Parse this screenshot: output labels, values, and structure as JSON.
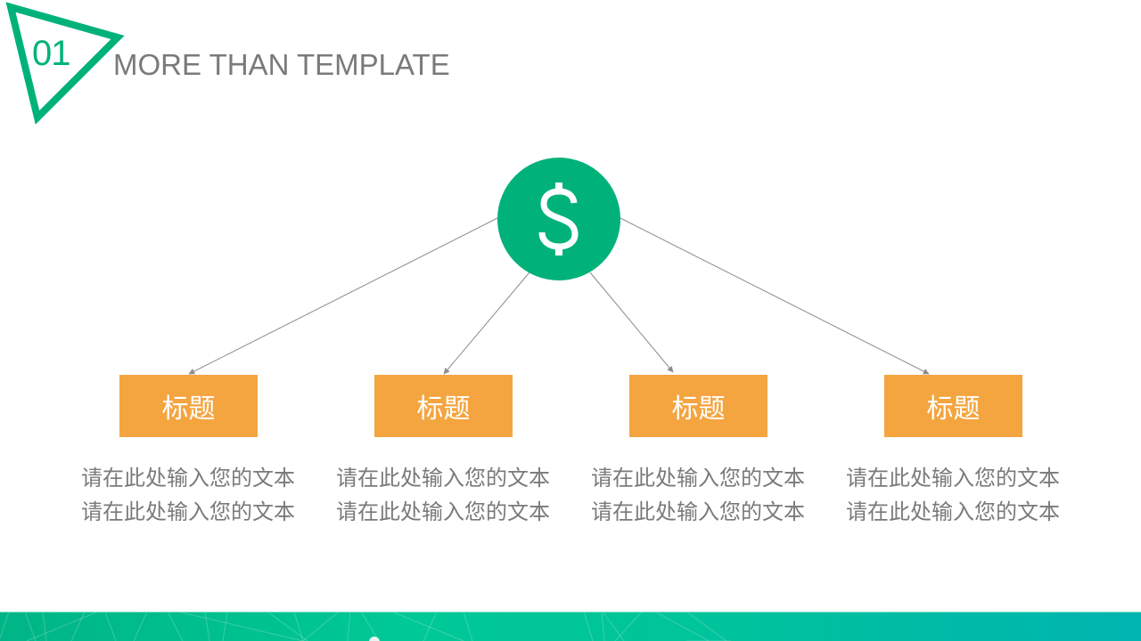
{
  "header": {
    "slide_number": "01",
    "title": "MORE THAN TEMPLATE",
    "accent_color": "#00b27a"
  },
  "hub": {
    "icon": "dollar-icon",
    "color": "#00b27a"
  },
  "boxes": [
    {
      "label": "标题",
      "lines": [
        "请在此处输入您的文本",
        "请在此处输入您的文本"
      ]
    },
    {
      "label": "标题",
      "lines": [
        "请在此处输入您的文本",
        "请在此处输入您的文本"
      ]
    },
    {
      "label": "标题",
      "lines": [
        "请在此处输入您的文本",
        "请在此处输入您的文本"
      ]
    },
    {
      "label": "标题",
      "lines": [
        "请在此处输入您的文本",
        "请在此处输入您的文本"
      ]
    }
  ],
  "colors": {
    "box": "#f4a540",
    "text_gray": "#7a7a7a",
    "connector": "#8c8c8c",
    "footer_start": "#00b585",
    "footer_end": "#00b4b0"
  }
}
